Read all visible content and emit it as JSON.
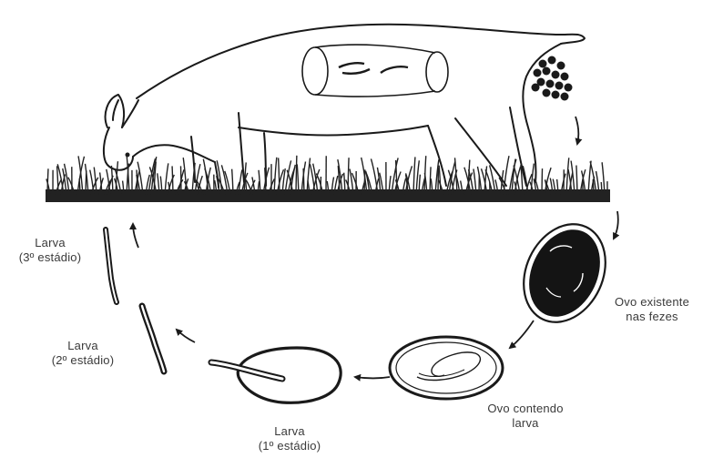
{
  "diagram": {
    "labels": {
      "larva_3": {
        "line1": "Larva",
        "line2": "(3º estádio)"
      },
      "larva_2": {
        "line1": "Larva",
        "line2": "(2º estádio)"
      },
      "larva_1": {
        "line1": "Larva",
        "line2": "(1º estádio)"
      },
      "egg_in_feces": {
        "line1": "Ovo existente",
        "line2": "nas fezes"
      },
      "egg_with_larva": {
        "line1": "Ovo contendo",
        "line2": "larva"
      }
    },
    "colors": {
      "ink": "#1a1a1a",
      "label_text": "#3a3a3a",
      "grass": "#222222",
      "background": "#ffffff"
    },
    "icons": [
      "pig-grazing",
      "grass",
      "intestine-segment",
      "feces-pellets",
      "cycle-arrow",
      "egg-dark",
      "egg-larva",
      "larva-worm"
    ]
  }
}
